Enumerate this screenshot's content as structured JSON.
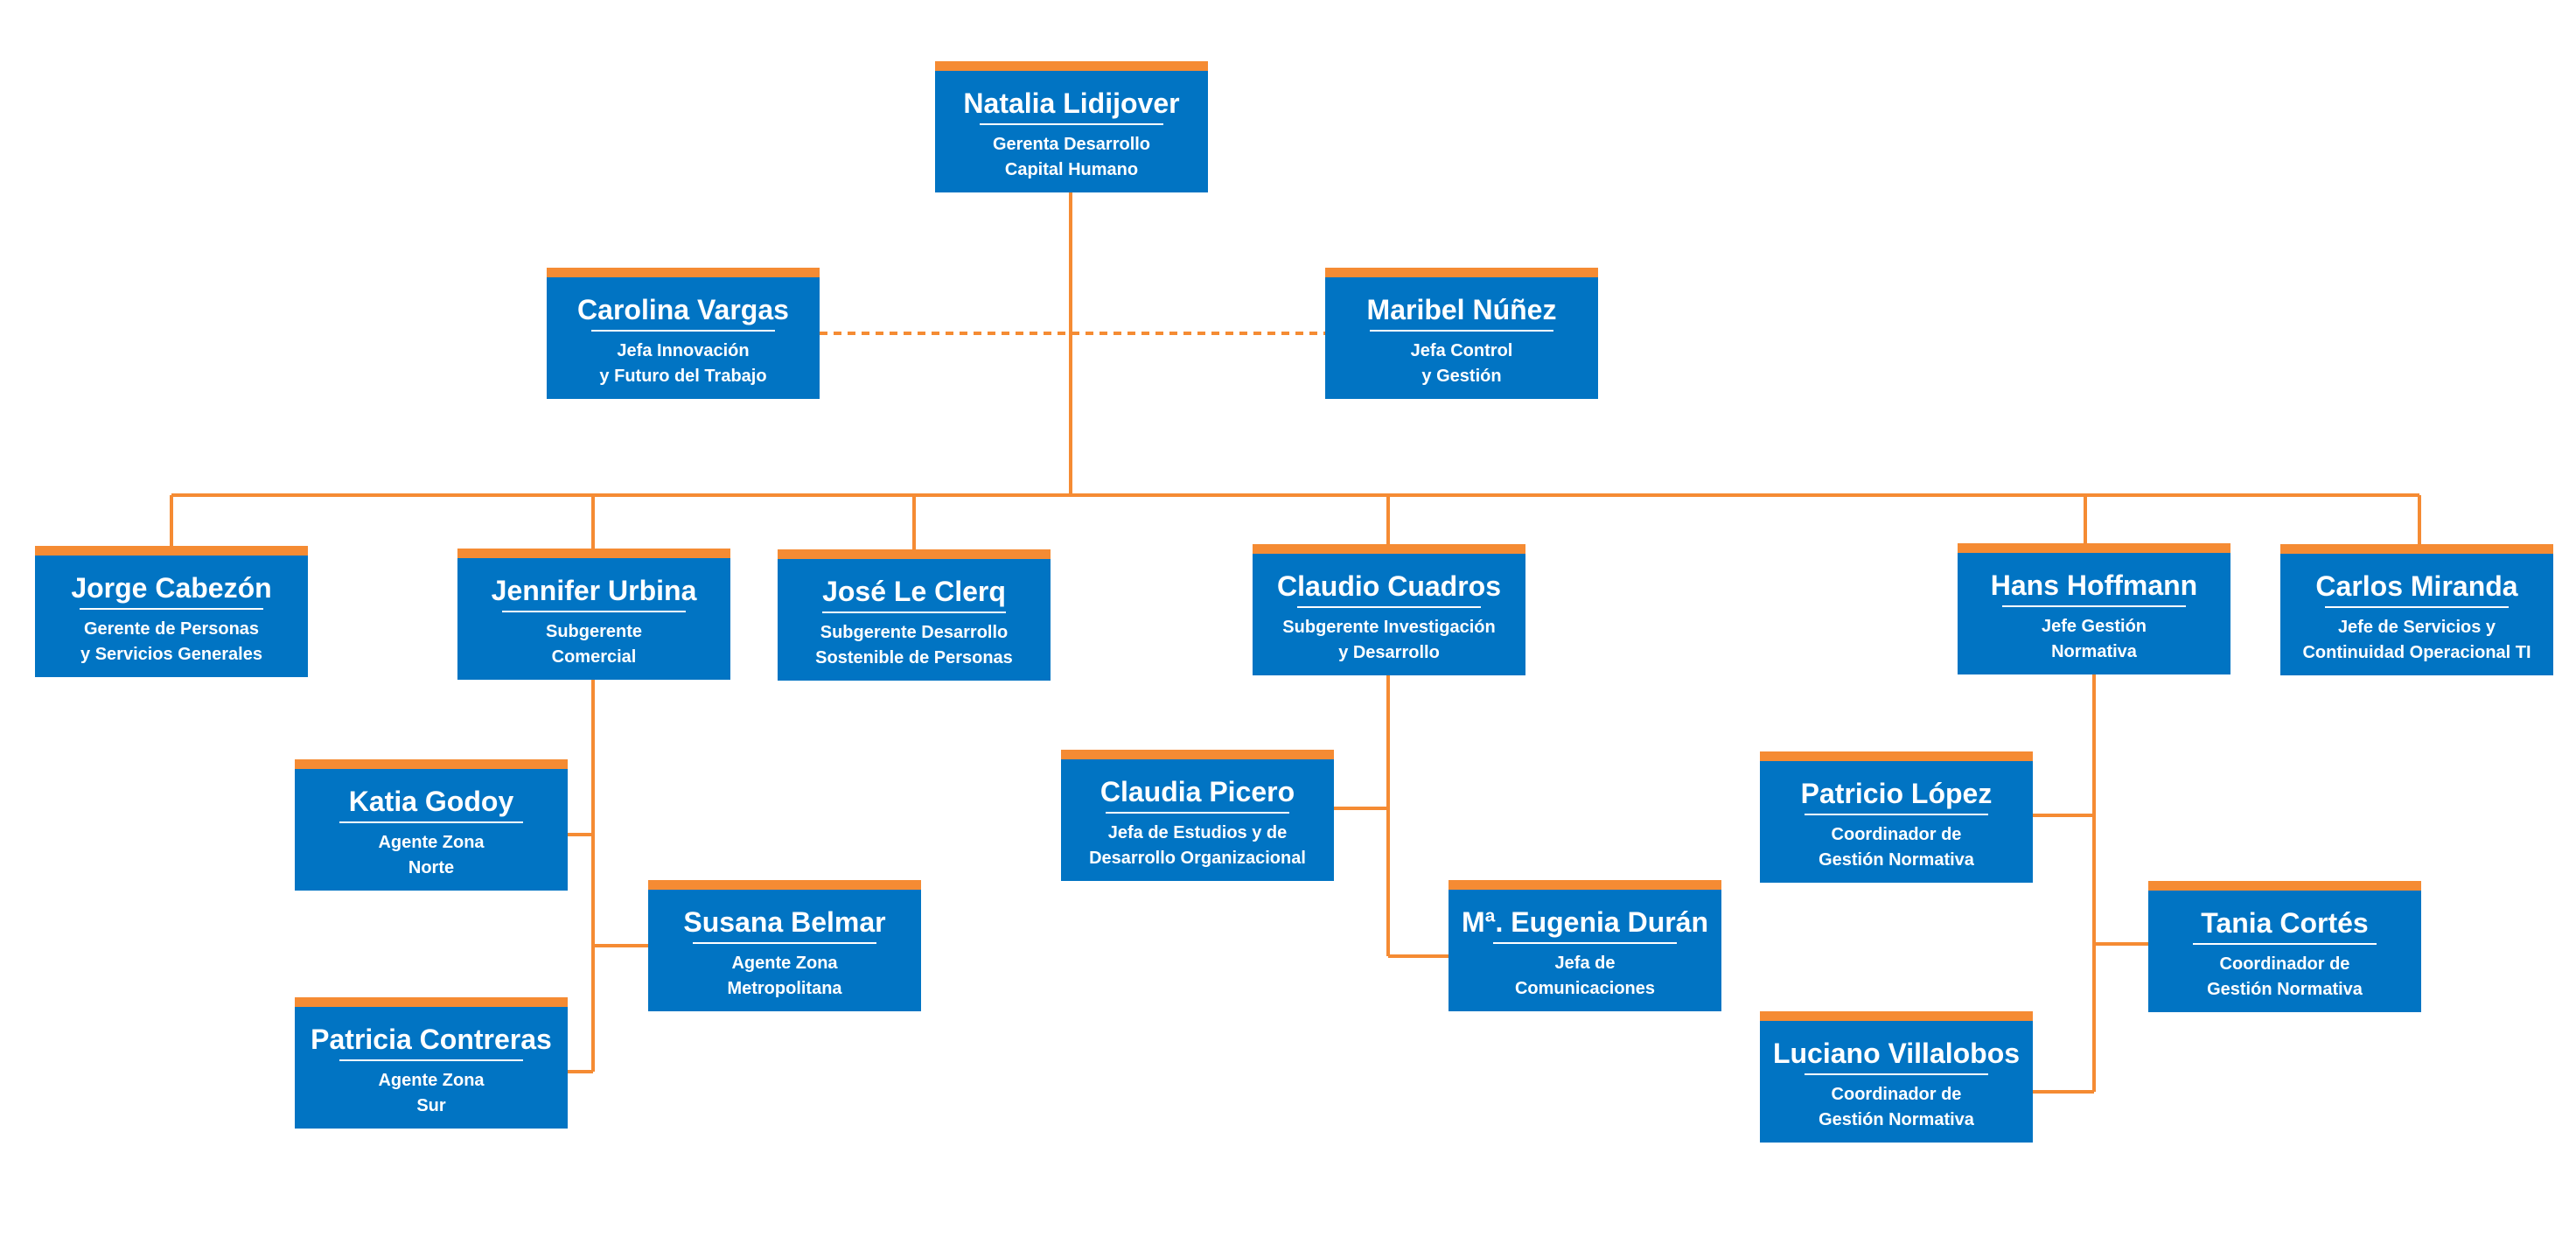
{
  "nodes": [
    {
      "id": "natalia",
      "name": "Natalia Lidijover",
      "role": "Gerenta Desarrollo\nCapital Humano"
    },
    {
      "id": "carolina",
      "name": "Carolina Vargas",
      "role": "Jefa Innovación\ny Futuro del Trabajo"
    },
    {
      "id": "maribel",
      "name": "Maribel Núñez",
      "role": "Jefa Control\ny Gestión"
    },
    {
      "id": "jorge",
      "name": "Jorge Cabezón",
      "role": "Gerente de Personas\ny Servicios Generales"
    },
    {
      "id": "jennifer",
      "name": "Jennifer Urbina",
      "role": "Subgerente\nComercial"
    },
    {
      "id": "jose",
      "name": "José Le Clerq",
      "role": "Subgerente Desarrollo\nSostenible de Personas"
    },
    {
      "id": "claudio",
      "name": "Claudio Cuadros",
      "role": "Subgerente Investigación\ny Desarrollo"
    },
    {
      "id": "hans",
      "name": "Hans Hoffmann",
      "role": "Jefe Gestión\nNormativa"
    },
    {
      "id": "carlos",
      "name": "Carlos Miranda",
      "role": "Jefe de Servicios y\nContinuidad Operacional TI"
    },
    {
      "id": "katia",
      "name": "Katia Godoy",
      "role": "Agente Zona\nNorte"
    },
    {
      "id": "susana",
      "name": "Susana Belmar",
      "role": "Agente Zona\nMetropolitana"
    },
    {
      "id": "patricia",
      "name": "Patricia Contreras",
      "role": "Agente Zona\nSur"
    },
    {
      "id": "claudia",
      "name": "Claudia Picero",
      "role": "Jefa de Estudios y de\nDesarrollo Organizacional"
    },
    {
      "id": "eugenia",
      "name": "Mª. Eugenia Durán",
      "role": "Jefa de\nComunicaciones"
    },
    {
      "id": "patricio",
      "name": "Patricio López",
      "role": "Coordinador de\nGestión Normativa"
    },
    {
      "id": "tania",
      "name": "Tania Cortés",
      "role": "Coordinador de\nGestión Normativa"
    },
    {
      "id": "luciano",
      "name": "Luciano Villalobos",
      "role": "Coordinador de\nGestión Normativa"
    }
  ],
  "colors": {
    "box": "#0174c3",
    "accent": "#f58b33",
    "text": "#ffffff"
  }
}
